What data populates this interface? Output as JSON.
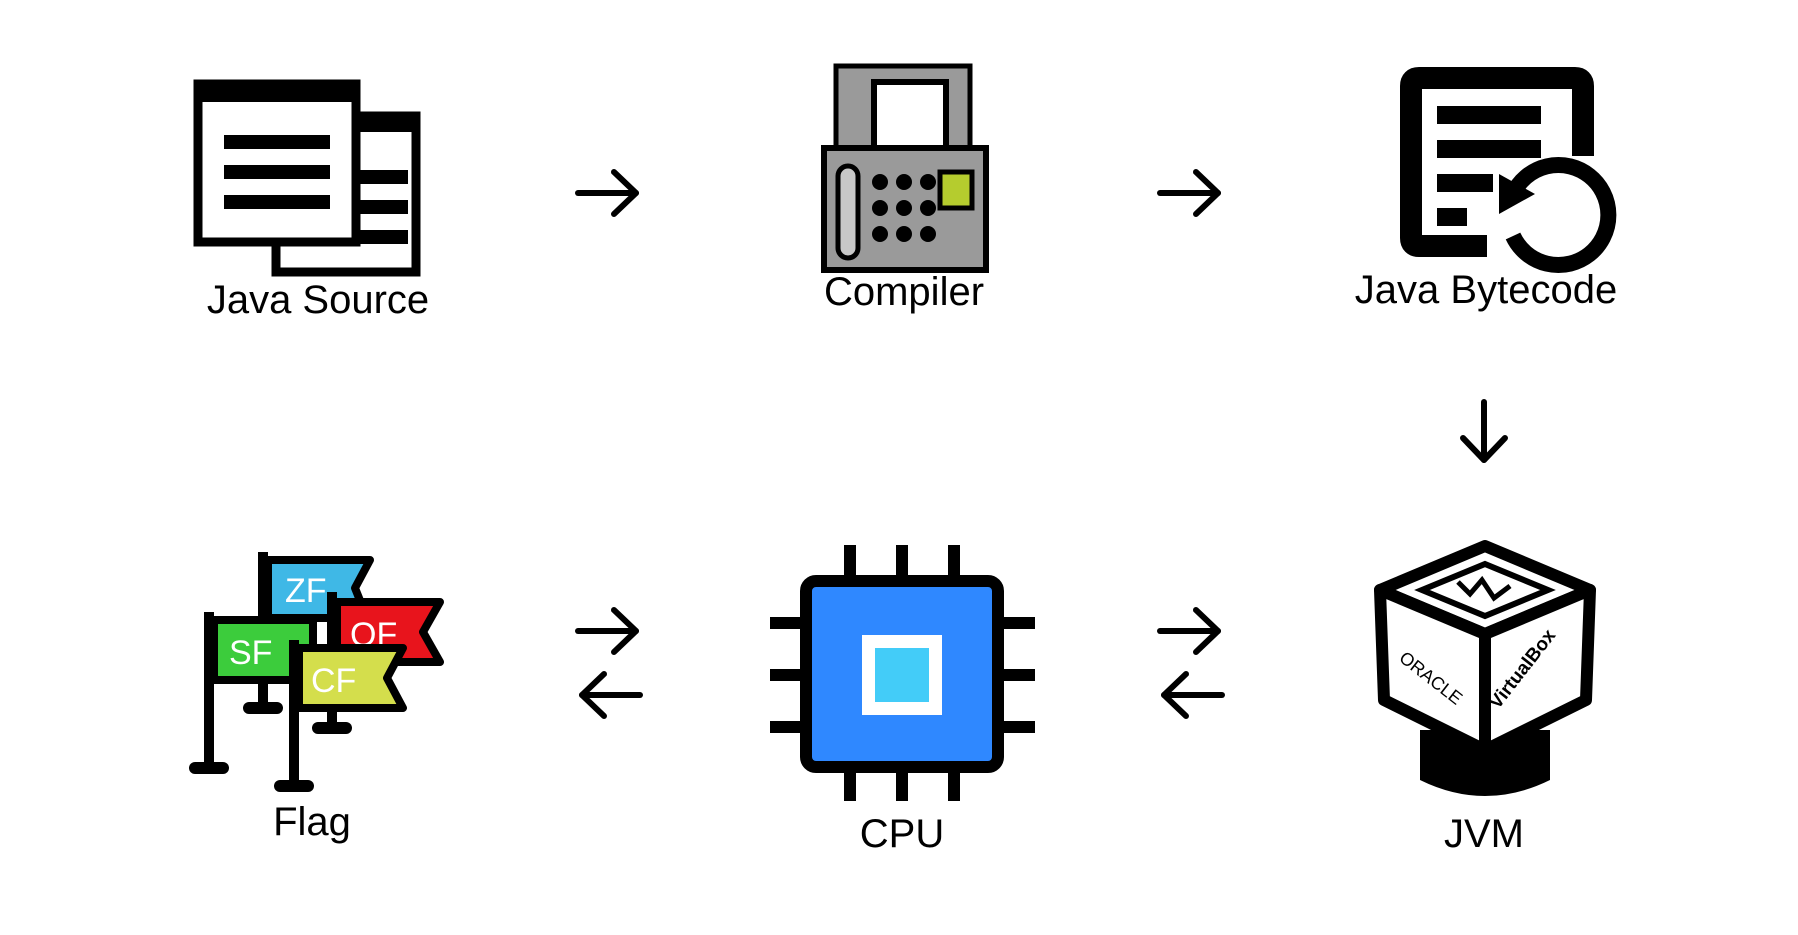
{
  "nodes": {
    "java_source": "Java Source",
    "compiler": "Compiler",
    "java_bytecode": "Java Bytecode",
    "jvm": "JVM",
    "cpu": "CPU",
    "flag": "Flag"
  },
  "flags": [
    "ZF",
    "OF",
    "SF",
    "CF"
  ],
  "jvm_box_text": {
    "left_face": "ORACLE",
    "right_face": "VirtualBox"
  },
  "edges": [
    {
      "from": "Java Source",
      "to": "Compiler",
      "direction": "right"
    },
    {
      "from": "Compiler",
      "to": "Java Bytecode",
      "direction": "right"
    },
    {
      "from": "Java Bytecode",
      "to": "JVM",
      "direction": "down"
    },
    {
      "from": "JVM",
      "to": "CPU",
      "direction": "bidirectional"
    },
    {
      "from": "CPU",
      "to": "Flag",
      "direction": "bidirectional"
    }
  ],
  "colors": {
    "flag_zf": "#3fb8e6",
    "flag_of": "#e8141c",
    "flag_sf": "#3ccc3c",
    "flag_cf": "#d4de4c",
    "cpu_body": "#2f88ff",
    "cpu_core": "#43ccf8",
    "compiler_gray": "#9a9a9a",
    "compiler_screen": "#b5cc2e"
  }
}
